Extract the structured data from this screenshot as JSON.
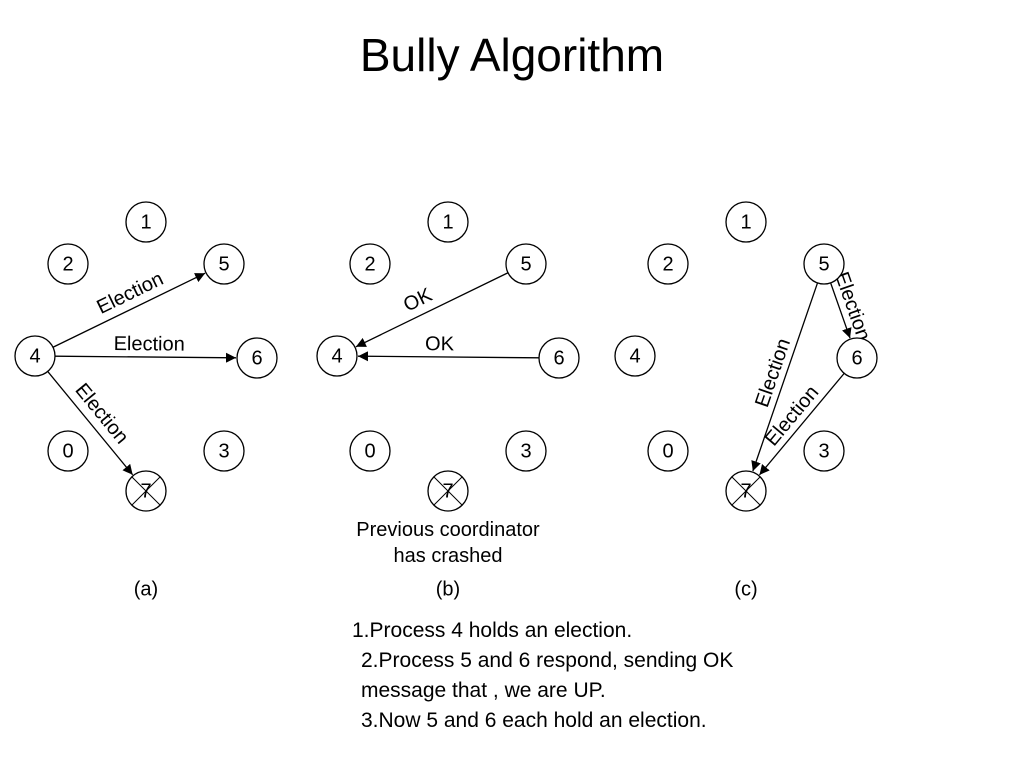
{
  "title": "Bully Algorithm",
  "panels": [
    {
      "label": "(a)",
      "nodes": [
        "1",
        "2",
        "5",
        "4",
        "6",
        "0",
        "3",
        "7"
      ],
      "crashed": "7",
      "messages": [
        {
          "from": "4",
          "to": "5",
          "label": "Election"
        },
        {
          "from": "4",
          "to": "6",
          "label": "Election"
        },
        {
          "from": "4",
          "to": "7",
          "label": "Election"
        }
      ]
    },
    {
      "label": "(b)",
      "nodes": [
        "1",
        "2",
        "5",
        "4",
        "6",
        "0",
        "3",
        "7"
      ],
      "crashed": "7",
      "caption": [
        "Previous coordinator",
        "has crashed"
      ],
      "messages": [
        {
          "from": "5",
          "to": "4",
          "label": "OK"
        },
        {
          "from": "6",
          "to": "4",
          "label": "OK"
        }
      ]
    },
    {
      "label": "(c)",
      "nodes": [
        "1",
        "2",
        "5",
        "4",
        "6",
        "0",
        "3",
        "7"
      ],
      "crashed": "7",
      "messages": [
        {
          "from": "5",
          "to": "6",
          "label": "Election"
        },
        {
          "from": "5",
          "to": "7",
          "label": "Election"
        },
        {
          "from": "6",
          "to": "7",
          "label": "Election"
        }
      ]
    }
  ],
  "steps": [
    "1.Process 4 holds an election.",
    "2.Process 5 and 6 respond, sending OK",
    "message that , we are UP.",
    "3.Now 5 and 6 each hold an election."
  ]
}
